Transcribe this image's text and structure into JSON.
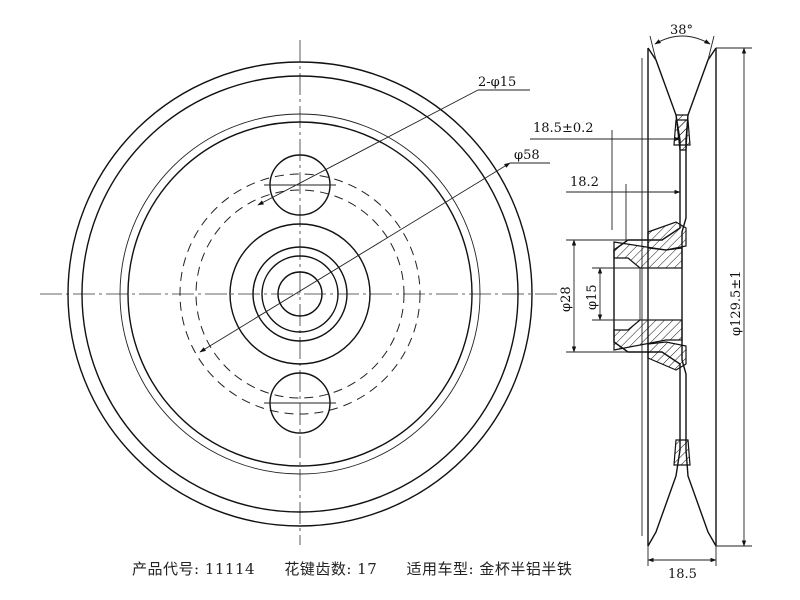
{
  "dimensions": {
    "bolt_holes": "2-φ15",
    "bolt_circle": "φ58",
    "groove_angle": "38°",
    "groove_width_tol": "18.5±0.2",
    "groove_depth": "18.2",
    "hub_outer": "φ28",
    "bore": "φ15",
    "outer_diameter": "φ129.5±1",
    "overall_width": "18.5"
  },
  "caption": {
    "product_code": "产品代号: 11114",
    "spline_teeth": "花键齿数: 17",
    "vehicle_model": "适用车型: 金杯半铝半铁"
  }
}
